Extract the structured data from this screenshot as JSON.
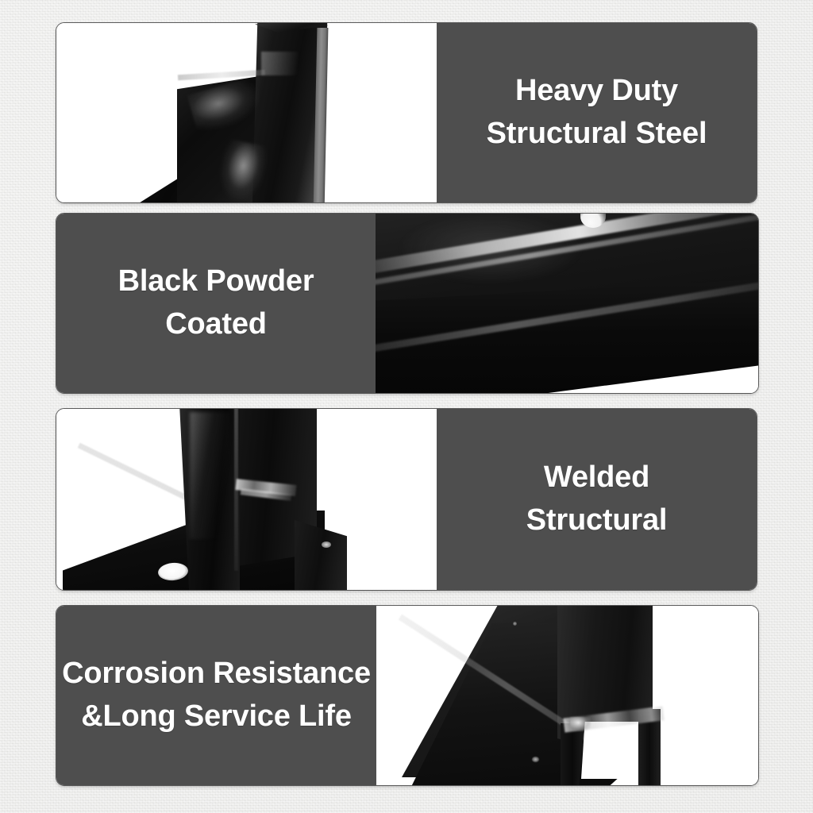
{
  "background": {
    "color": "#f3f3f1",
    "texture": "speckled-paper"
  },
  "theme": {
    "panel_text_bg": "#4e4e4e",
    "panel_border": "#585858",
    "panel_text_color": "#ffffff",
    "photo_bg": "#ffffff"
  },
  "features": [
    {
      "id": "heavy-duty-structural-steel",
      "layout": "photo-left-text-right",
      "photo": {
        "alt": "Close-up of black angle-iron steel upright bracket",
        "subject": "steel-upright-bracket"
      },
      "lines": [
        "Heavy Duty",
        "Structural Steel"
      ]
    },
    {
      "id": "black-powder-coated",
      "layout": "text-left-photo-right",
      "photo": {
        "alt": "Close-up of glossy black powder coated steel beam with bolt hole",
        "subject": "powder-coated-beam"
      },
      "lines": [
        "Black Powder",
        "Coated"
      ]
    },
    {
      "id": "welded-structural",
      "layout": "photo-left-text-right",
      "photo": {
        "alt": "Close-up of welded joint between steel post and base plate with bolt hole",
        "subject": "welded-post-base-plate"
      },
      "lines": [
        "Welded",
        "Structural"
      ]
    },
    {
      "id": "corrosion-resistance-long-service-life",
      "layout": "text-left-photo-right",
      "photo": {
        "alt": "Close-up of angled black steel leg with weld beads at the base",
        "subject": "angled-steel-leg"
      },
      "lines": [
        "Corrosion Resistance",
        "&Long Service Life"
      ]
    }
  ]
}
